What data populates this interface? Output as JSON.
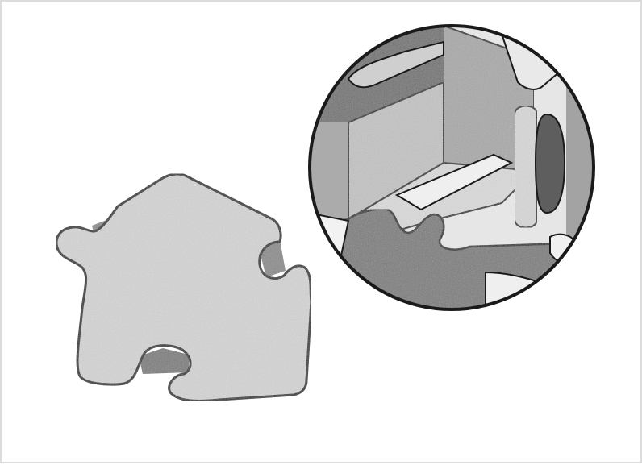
{
  "figure": {
    "kind": "illustration",
    "subject": [
      "jigsaw-puzzle-piece",
      "magnified-cross-section"
    ],
    "colors": {
      "background": "#ffffff",
      "border": "#dcdcdc",
      "outline": "#1a1a1a",
      "piece_face": "#d6d6d6",
      "piece_shadow": "#8a8a8a",
      "dark_gray": "#707070",
      "mid_gray": "#b5b5b5",
      "light_gray": "#e6e6e6"
    }
  }
}
